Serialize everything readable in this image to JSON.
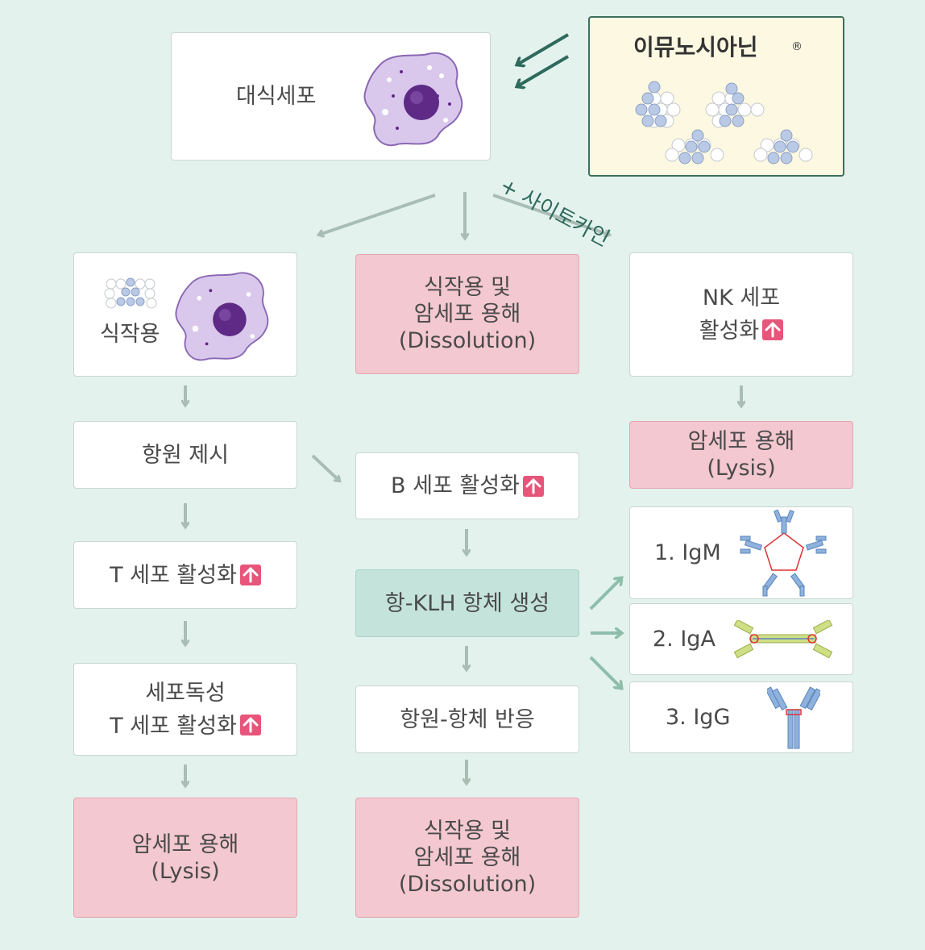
{
  "macrophage": "대식세포",
  "product": {
    "name": "이뮤노시아닌",
    "reg": "®"
  },
  "cytokine": "+ 사이토카인",
  "col1": {
    "phago": "식작용",
    "antigen": "항원 제시",
    "tcell": "T 세포 활성화",
    "ctl1": "세포독성",
    "ctl2": "T 세포 활성화",
    "lysis1": "암세포 용해",
    "lysis2": "(Lysis)"
  },
  "col2": {
    "top1": "식작용 및",
    "top2": "암세포 용해",
    "top3": "(Dissolution)",
    "bcell": "B 세포 활성화",
    "antibody": "항-KLH 항체 생성",
    "reaction": "항원-항체 반응",
    "bot1": "식작용 및",
    "bot2": "암세포 용해",
    "bot3": "(Dissolution)"
  },
  "col3": {
    "nk1": "NK 세포",
    "nk2": "활성화",
    "lysis1": "암세포 용해",
    "lysis2": "(Lysis)",
    "igm": "1. IgM",
    "iga": "2. IgA",
    "igg": "3. IgG"
  },
  "colors": {
    "pink": "#f3c8d0",
    "mint": "#c4e3db",
    "up": "#e8557a",
    "arrow": "#a9bdb5"
  }
}
